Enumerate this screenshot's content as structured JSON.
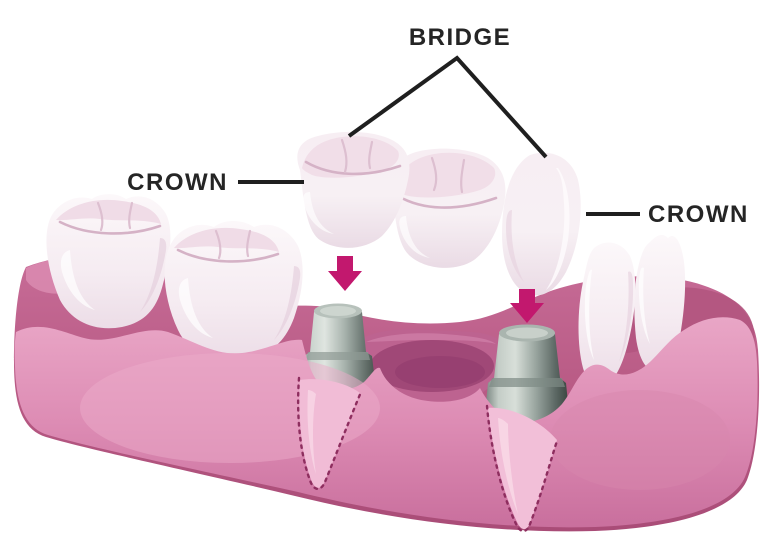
{
  "figure": {
    "labels": {
      "bridge": "BRIDGE",
      "crown_left": "CROWN",
      "crown_right": "CROWN"
    },
    "colors": {
      "label_text": "#252525",
      "pointer_line": "#1f1f1f",
      "arrow": "#c2186e",
      "gum_base": "#bd5e8a",
      "gum_front_light": "#e9a6c6",
      "gum_front_dark": "#c96f9d",
      "gum_recess": "#a04877",
      "root_outline": "#8e2e5f",
      "tooth_light": "#fbf6f9",
      "tooth_shade": "#eadbe4",
      "abutment_light": "#dfe5e0",
      "abutment_dark": "#49544f"
    }
  }
}
